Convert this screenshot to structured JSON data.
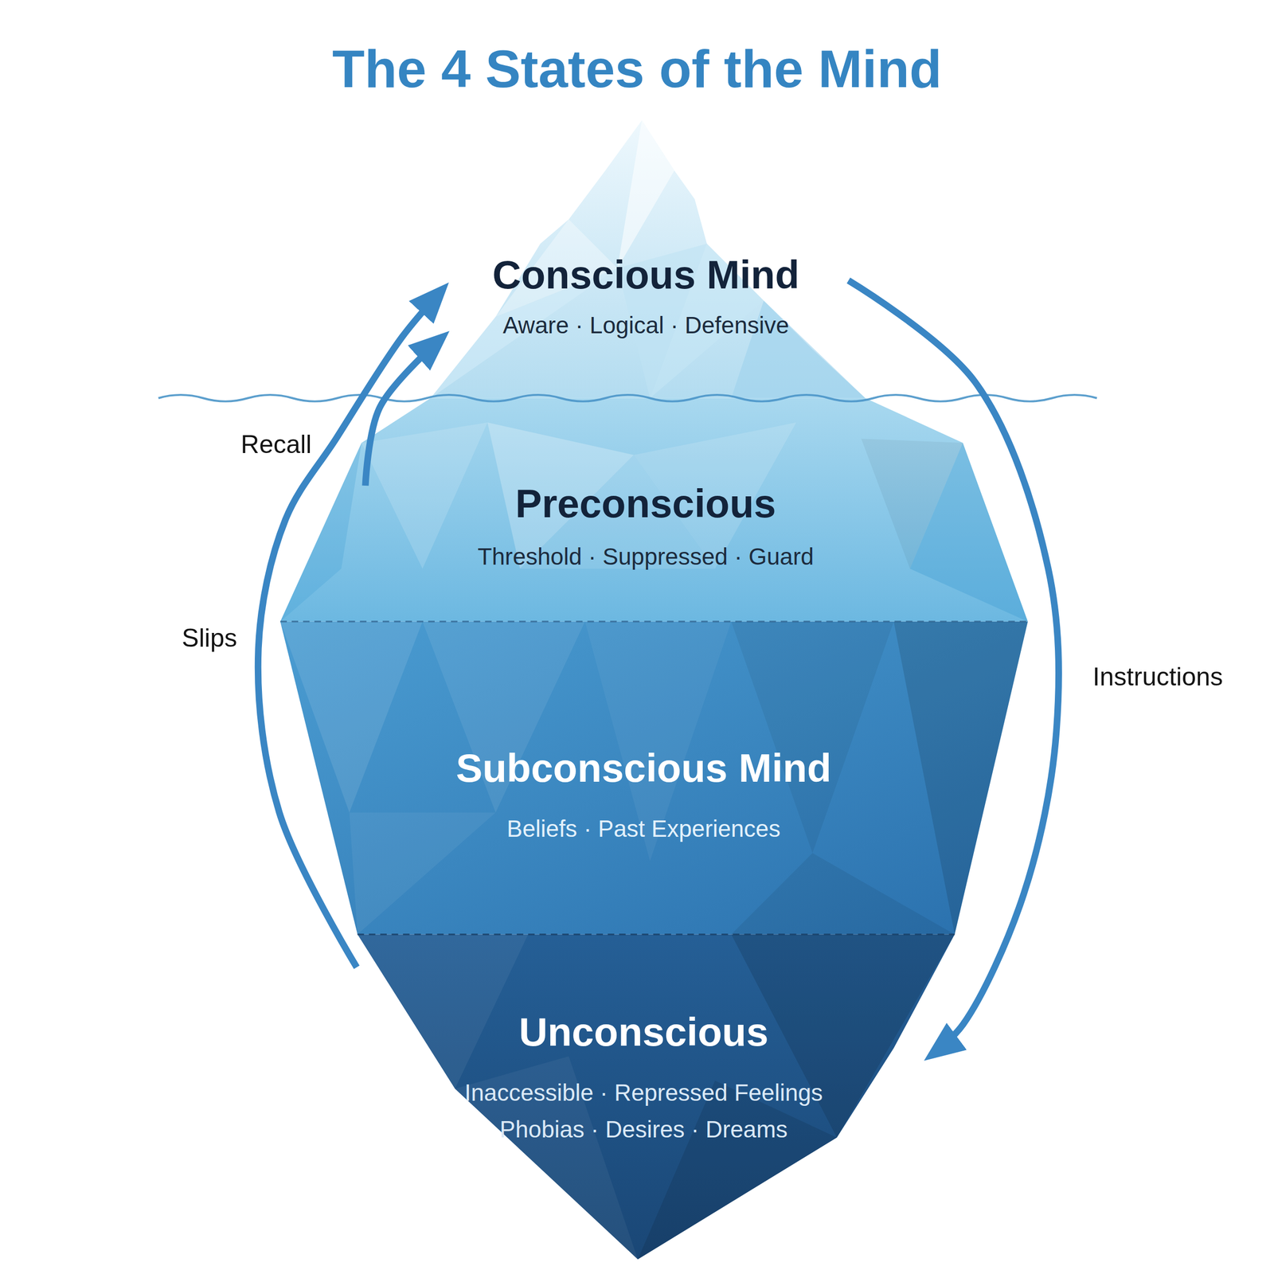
{
  "diagram": {
    "title": "The 4 States of the Mind",
    "nodes": [
      {
        "text": [
          "Conscious Mind",
          "Aware · Logical · Defensive"
        ]
      },
      {
        "text": [
          "Preconscious",
          "Threshold · Suppressed · Guard"
        ]
      },
      {
        "text": [
          "Subconscious Mind",
          "Beliefs · Past Experiences"
        ]
      },
      {
        "text": [
          "Unconscious",
          "Inaccessible · Repressed Feelings Phobias · Desires · Dreams"
        ]
      }
    ],
    "edges": [
      {
        "from": 1,
        "to": 0,
        "arrow": "to",
        "label": "Recall"
      },
      {
        "from": 3,
        "to": 0,
        "arrow": "to",
        "label": "Slips"
      },
      {
        "from": 0,
        "to": 3,
        "arrow": "to",
        "label": "Instructions"
      }
    ]
  }
}
